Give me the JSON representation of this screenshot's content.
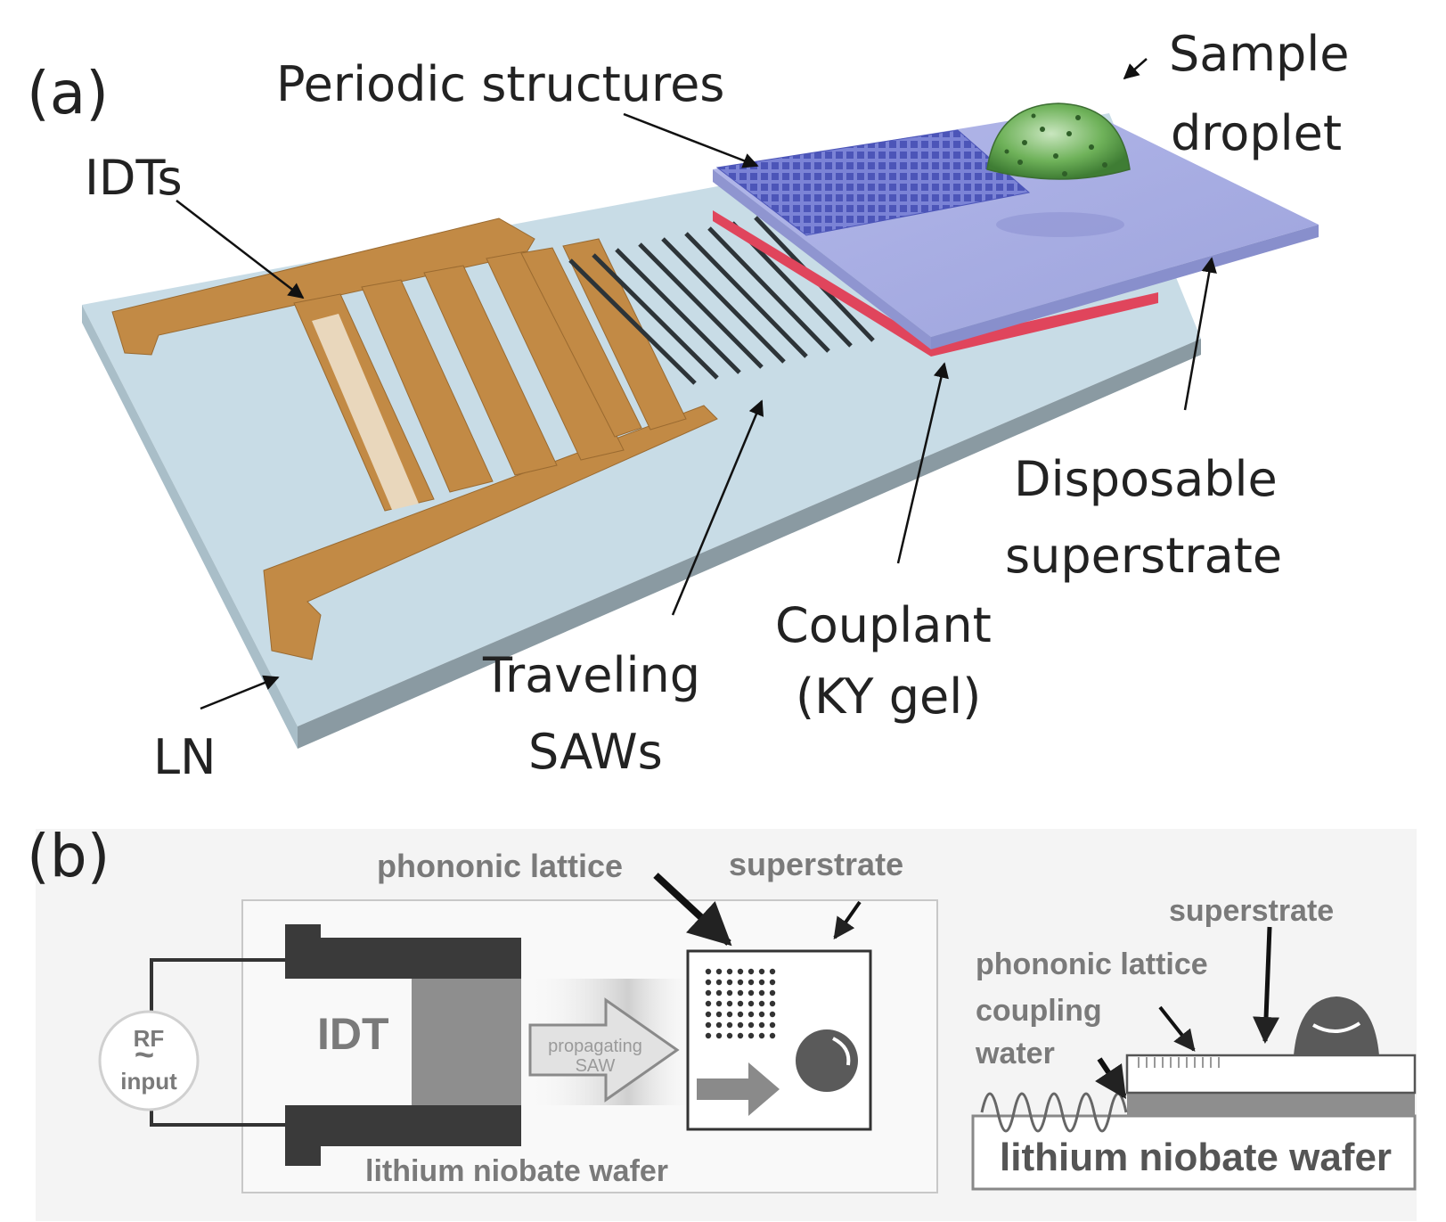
{
  "panel_a": {
    "label": "(a)",
    "periodic_structures": "Periodic structures",
    "sample_line1": "Sample",
    "sample_line2": "droplet",
    "idts": "IDTs",
    "disposable_line1": "Disposable",
    "disposable_line2": "superstrate",
    "couplant_line1": "Couplant",
    "couplant_line2": "(KY gel)",
    "traveling_line1": "Traveling",
    "traveling_line2": "SAWs",
    "ln": "LN"
  },
  "panel_b": {
    "label": "(b)",
    "phononic_lattice": "phononic lattice",
    "superstrate": "superstrate",
    "rf_top": "RF",
    "rf_tilde": "~",
    "rf_bottom": "input",
    "idt": "IDT",
    "propagating_line1": "propagating",
    "propagating_line2": "SAW",
    "wafer": "lithium niobate wafer",
    "side_superstrate": "superstrate",
    "side_phononic_lattice": "phononic lattice",
    "coupling_line1": "coupling",
    "coupling_line2": "water",
    "side_wafer": "lithium niobate wafer"
  },
  "colors": {
    "substrate_top": "#c8dce6",
    "substrate_edge": "#8a9aa2",
    "electrode": "#c28a45",
    "superstrate": "#a7ade3",
    "couplant": "#e0455c",
    "lattice": "#5a63c4",
    "droplet": "#4a9a3a",
    "dark_gray": "#3a3a3a"
  }
}
